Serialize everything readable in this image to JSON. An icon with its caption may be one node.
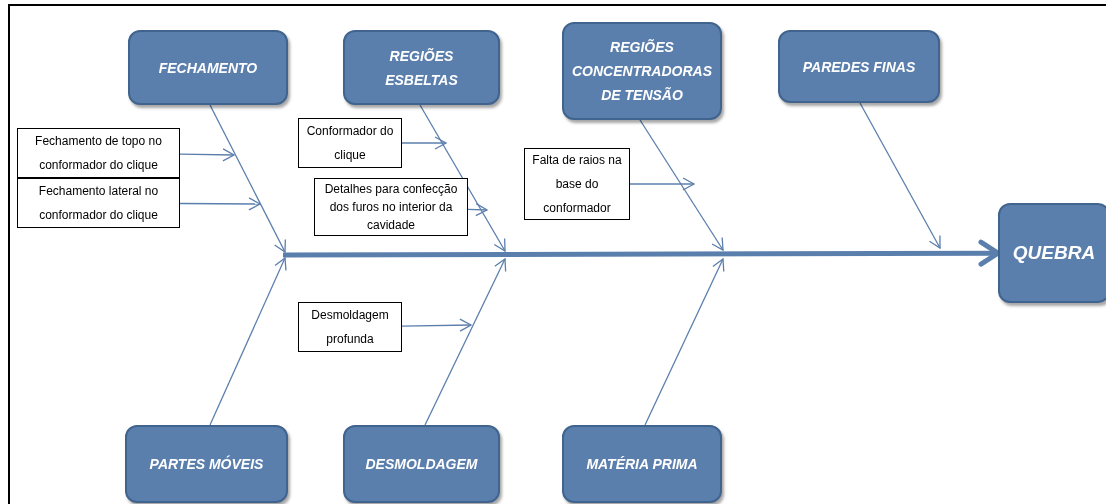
{
  "diagram": {
    "nodes": [
      {
        "text": [
          "FECHAMENTO"
        ]
      },
      {
        "text": [
          "REGIÕES ESBELTAS"
        ]
      },
      {
        "text": [
          "REGIÕES CONCENTRADORAS DE TENSÃO"
        ]
      },
      {
        "text": [
          "PAREDES FINAS"
        ]
      },
      {
        "text": [
          "Fechamento de topo no conformador do clique"
        ]
      },
      {
        "text": [
          "Conformador do clique"
        ]
      },
      {
        "text": [
          "Falta de raios na base do conformador"
        ]
      },
      {
        "text": [
          "Fechamento lateral no conformador do clique"
        ]
      },
      {
        "text": [
          "Detalhes para confecção dos furos no interior da cavidade"
        ]
      },
      {
        "text": [
          "QUEBRA"
        ]
      },
      {
        "text": [
          "Desmoldagem profunda"
        ]
      },
      {
        "text": [
          "PARTES MÓVEIS"
        ]
      },
      {
        "text": [
          "DESMOLDAGEM"
        ]
      },
      {
        "text": [
          "MATÉRIA PRIMA"
        ]
      }
    ],
    "edges": [
      {
        "from": 0,
        "to": null,
        "arrow": "to"
      },
      {
        "from": 1,
        "to": null,
        "arrow": "to"
      },
      {
        "from": 2,
        "to": null,
        "arrow": "to"
      },
      {
        "from": 3,
        "to": null,
        "arrow": "to"
      },
      {
        "from": 11,
        "to": null,
        "arrow": "to"
      },
      {
        "from": 12,
        "to": null,
        "arrow": "to"
      },
      {
        "from": 13,
        "to": null,
        "arrow": "to"
      },
      {
        "from": null,
        "to": 9,
        "arrow": "to",
        "style": "thick"
      },
      {
        "from": 4,
        "to": null,
        "arrow": "to"
      },
      {
        "from": 7,
        "to": null,
        "arrow": "to"
      },
      {
        "from": 5,
        "to": null,
        "arrow": "to"
      },
      {
        "from": 8,
        "to": null,
        "arrow": "to"
      },
      {
        "from": 10,
        "to": null,
        "arrow": "to"
      },
      {
        "from": 6,
        "to": null,
        "arrow": "to"
      }
    ]
  }
}
